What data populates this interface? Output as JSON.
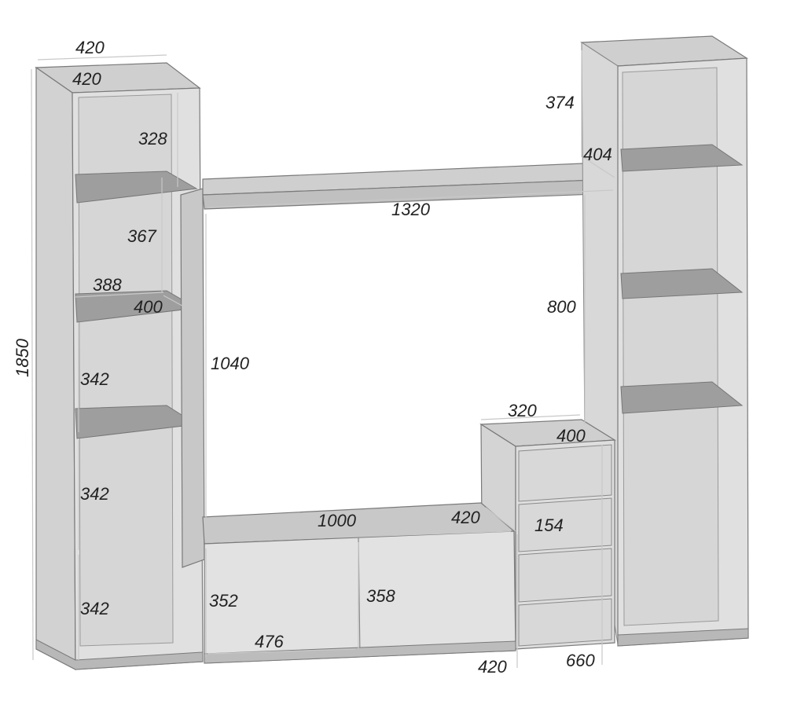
{
  "diagram": {
    "colors": {
      "body_fill": "#dcdcdc",
      "body_dark": "#c4c4c4",
      "shelf_fill": "#9e9e9e",
      "edge": "#7a7a7a",
      "dim_line": "#cfcfcf",
      "label": "#222222"
    },
    "dimensions": {
      "left_tower_width": "420",
      "left_tower_depth": "420",
      "left_tower_height": "1850",
      "left_shelf_1": "328",
      "left_shelf_2": "367",
      "left_inner_width": "388",
      "left_inner_depth": "400",
      "left_shelf_3": "342",
      "left_shelf_4": "342",
      "left_shelf_5": "342",
      "top_bridge_width": "1320",
      "tv_opening_height": "1040",
      "right_panel_height": "800",
      "right_top_gap": "374",
      "right_top_depth": "404",
      "chest_width": "320",
      "chest_depth": "400",
      "drawer_height": "154",
      "tv_stand_width": "1000",
      "tv_stand_depth": "420",
      "tv_stand_height_left": "352",
      "tv_stand_height_right": "358",
      "tv_stand_section_width": "476",
      "bottom_depth": "420",
      "chest_height": "660"
    }
  }
}
